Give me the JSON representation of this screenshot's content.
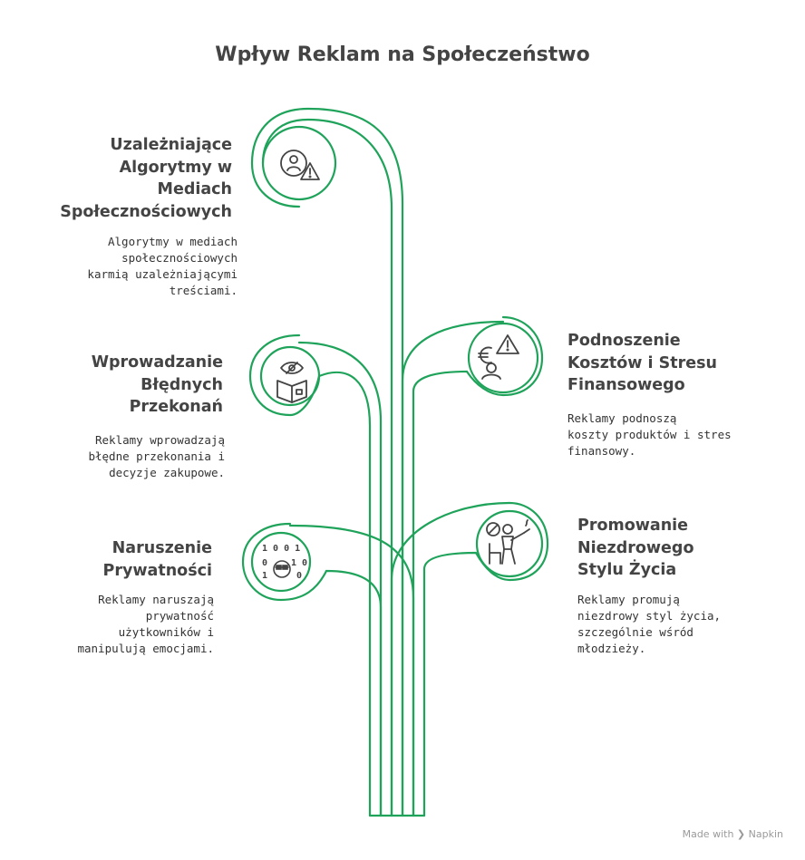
{
  "title": "Wpływ Reklam na Społeczeństwo",
  "items": [
    {
      "heading": "Uzależniające\nAlgorytmy w\nMediach\nSpołecznościowych",
      "description": "Algorytmy w mediach\nspołecznościowych\nkarmią uzależniającymi\ntreściami.",
      "icon": "user-warning-icon"
    },
    {
      "heading": "Wprowadzanie\nBłędnych\nPrzekonań",
      "description": "Reklamy wprowadzają\nbłędne przekonania i\ndecyzje zakupowe.",
      "icon": "book-eye-icon"
    },
    {
      "heading": "Naruszenie\nPrywatności",
      "description": "Reklamy naruszają\nprywatność\nużytkowników i\nmanipulują emocjami.",
      "icon": "binary-person-icon",
      "icon_text": [
        "1 0 0 1",
        "0     1 0",
        "1     0"
      ]
    },
    {
      "heading": "Podnoszenie\nKosztów i Stresu\nFinansowego",
      "description": "Reklamy podnoszą\nkoszty produktów i stres\nfinansowy.",
      "icon": "euro-warning-icon"
    },
    {
      "heading": "Promowanie\nNiezdrowego\nStylu Życia",
      "description": "Reklamy promują\nniezdrowy styl życia,\nszczególnie wśród\nmłodzieży.",
      "icon": "smoking-person-icon"
    }
  ],
  "footer": {
    "prefix": "Made with",
    "brand": "Napkin"
  },
  "colors": {
    "accent": "#1fa35a",
    "text": "#444444"
  }
}
